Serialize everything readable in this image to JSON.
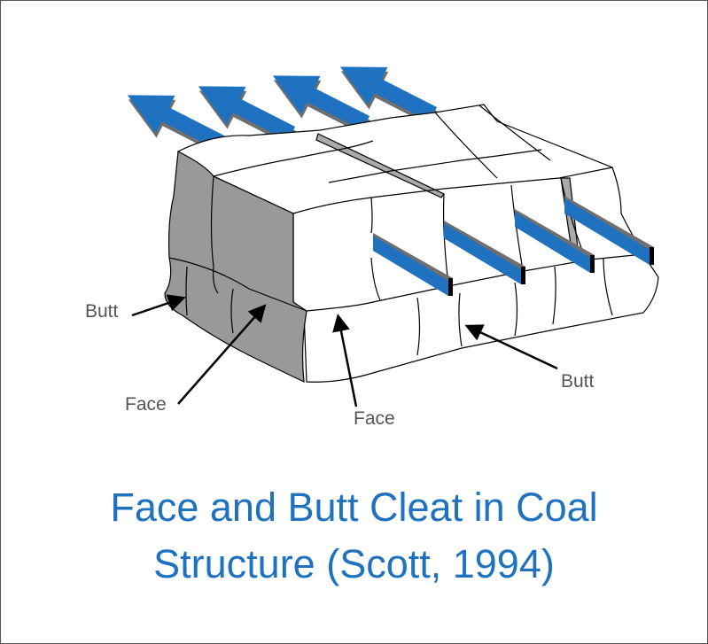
{
  "title": {
    "line1": "Face and Butt Cleat in Coal",
    "line2": "Structure (Scott, 1994)"
  },
  "labels": {
    "butt_left": "Butt",
    "face_left": "Face",
    "face_center": "Face",
    "butt_right": "Butt"
  },
  "colors": {
    "arrow_blue": "#1f72c0",
    "face_gray": "#999999",
    "label_gray": "#555555"
  }
}
